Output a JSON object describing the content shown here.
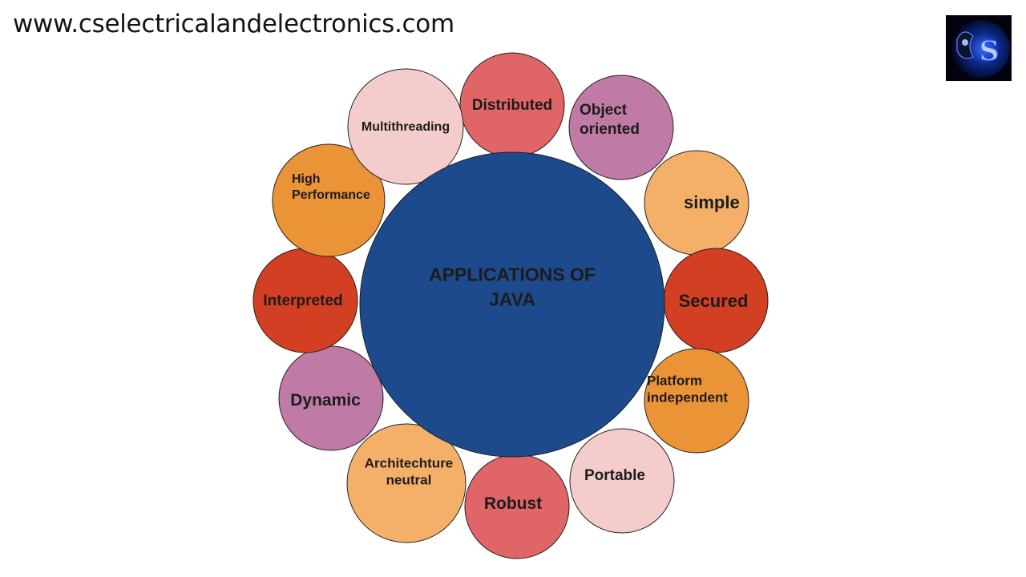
{
  "header": {
    "site_url": "www.cselectricalandelectronics.com",
    "logo_letter": "S"
  },
  "diagram": {
    "center": {
      "lines": [
        "APPLICATIONS OF",
        "JAVA"
      ],
      "color": "#1d4a8c"
    },
    "features": [
      {
        "id": "distributed",
        "lines": [
          "Distributed"
        ],
        "color": "#e06567"
      },
      {
        "id": "object-oriented",
        "lines": [
          "Object",
          "oriented"
        ],
        "color": "#c07aa6"
      },
      {
        "id": "simple",
        "lines": [
          "simple"
        ],
        "color": "#f4b069"
      },
      {
        "id": "secured",
        "lines": [
          "Secured"
        ],
        "color": "#d23f23"
      },
      {
        "id": "platform-independent",
        "lines": [
          "Platform",
          "independent"
        ],
        "color": "#eb9337"
      },
      {
        "id": "portable",
        "lines": [
          "Portable"
        ],
        "color": "#f4cccc"
      },
      {
        "id": "robust",
        "lines": [
          "Robust"
        ],
        "color": "#e06567"
      },
      {
        "id": "architechture-neutral",
        "lines": [
          "Architechture",
          "neutral"
        ],
        "color": "#f4b069"
      },
      {
        "id": "dynamic",
        "lines": [
          "Dynamic"
        ],
        "color": "#c07aa6"
      },
      {
        "id": "interpreted",
        "lines": [
          "Interpreted"
        ],
        "color": "#d23f23"
      },
      {
        "id": "high-performance",
        "lines": [
          "High",
          "Performance"
        ],
        "color": "#eb9337"
      },
      {
        "id": "multithreading",
        "lines": [
          "Multithreading"
        ],
        "color": "#f4cccc"
      }
    ]
  }
}
